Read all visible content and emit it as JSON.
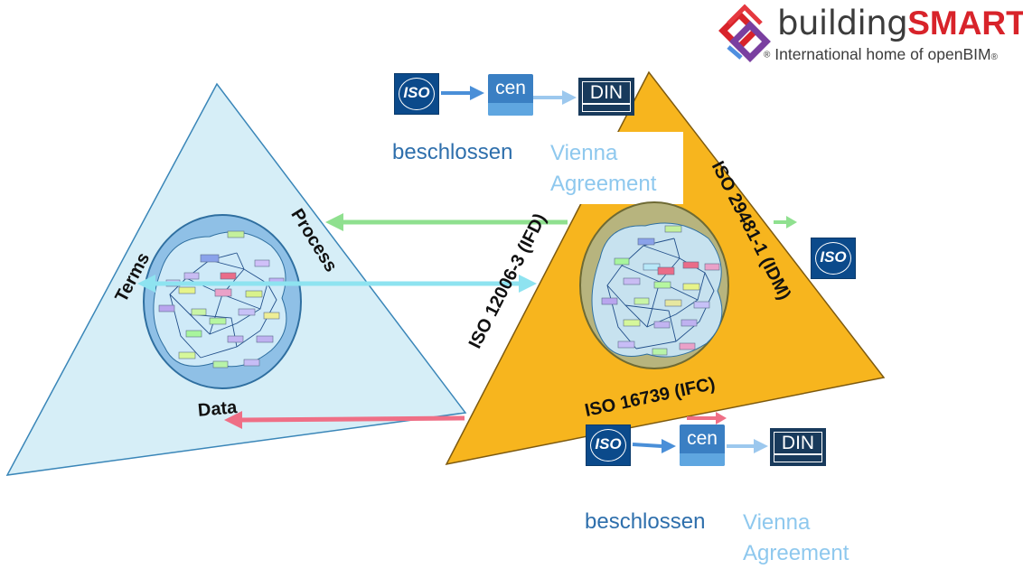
{
  "logo": {
    "name_part1": "building",
    "name_part2": "SMART",
    "registered_mark": "®",
    "tagline": "International home of openBIM"
  },
  "standards_top": {
    "iso_label": "ISO",
    "cen_label": "cen",
    "din_label": "DIN",
    "status_text": "beschlossen",
    "agreement_text": "Vienna Agreement"
  },
  "standards_bottom": {
    "iso_label": "ISO",
    "cen_label": "cen",
    "din_label": "DIN",
    "status_text": "beschlossen",
    "agreement_text": "Vienna Agreement"
  },
  "left_triangle": {
    "side_left_label": "Terms",
    "side_right_label": "Process",
    "bottom_label": "Data"
  },
  "right_triangle": {
    "side_left_label": "ISO 12006-3 (IFD)",
    "side_right_label": "ISO 29481-1 (IDM)",
    "bottom_label": "ISO 16739 (IFC)"
  },
  "right_iso_badge": {
    "label": "ISO"
  },
  "colors": {
    "left_triangle_fill": "#d6eef7",
    "right_triangle_fill": "#f7b51e",
    "arrow_green": "#8fe08f",
    "arrow_cyan": "#8ee3f0",
    "arrow_pink": "#ef6f86",
    "arrow_blue": "#4a8fd8",
    "iso_blue": "#0b4a8b",
    "din_navy": "#183a5c",
    "brand_red": "#d8232a"
  }
}
